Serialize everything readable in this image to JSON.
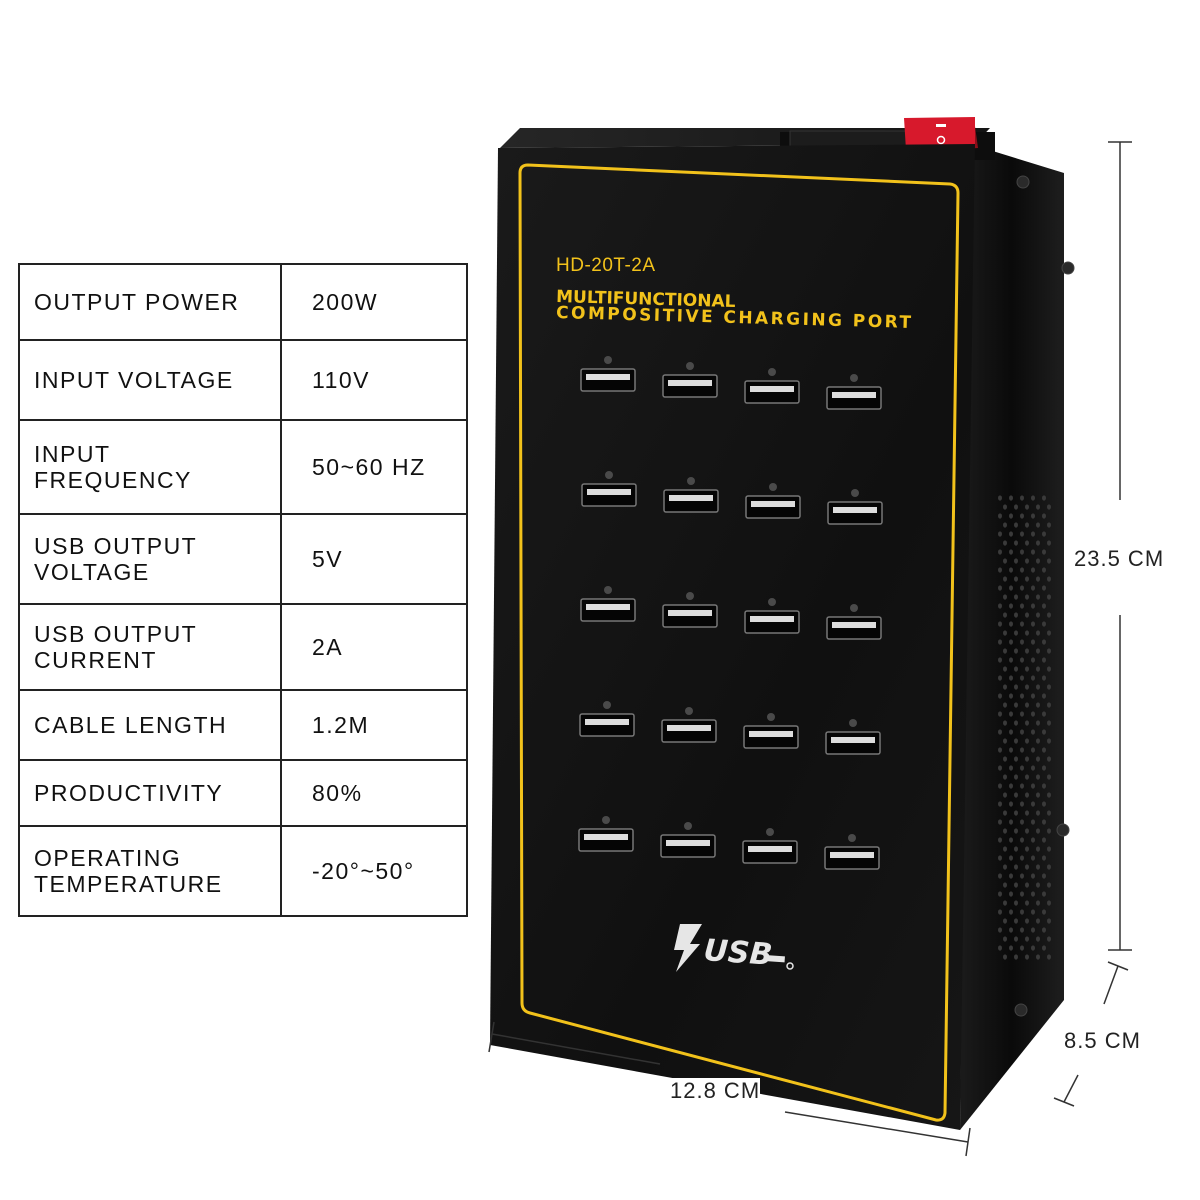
{
  "specs": [
    {
      "label": "OUTPUT POWER",
      "value": "200W"
    },
    {
      "label": "INPUT VOLTAGE",
      "value": "110V"
    },
    {
      "label": "INPUT FREQUENCY",
      "value": "50~60 HZ"
    },
    {
      "label": "USB OUTPUT VOLTAGE",
      "value": "5V"
    },
    {
      "label": "USB OUTPUT CURRENT",
      "value": "2A"
    },
    {
      "label": "CABLE LENGTH",
      "value": "1.2M"
    },
    {
      "label": "PRODUCTIVITY",
      "value": "80%"
    },
    {
      "label": "OPERATING TEMPERATURE",
      "value": "-20°~50°"
    }
  ],
  "product": {
    "model": "HD-20T-2A",
    "title_line1": "MULTIFUNCTIONAL",
    "title_line2": "COMPOSITIVE CHARGING PORT",
    "logo_text": "USB",
    "port_rows": 5,
    "port_cols": 4
  },
  "dimensions": {
    "height": "23.5 CM",
    "depth": "8.5 CM",
    "width": "12.8 CM"
  },
  "colors": {
    "accent_yellow": "#f2c21b",
    "body_black": "#121212",
    "switch_red": "#d7192c"
  }
}
